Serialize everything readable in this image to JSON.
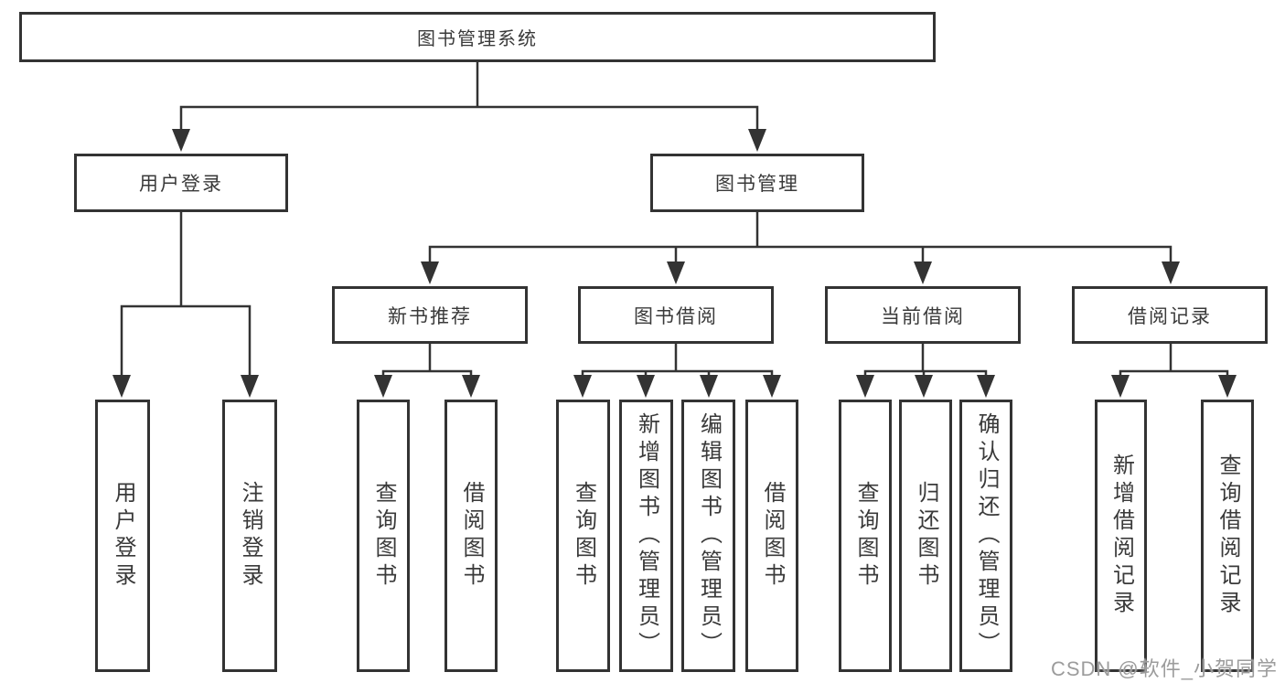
{
  "diagram": {
    "root": "图书管理系统",
    "level2": [
      "用户登录",
      "图书管理"
    ],
    "level3": [
      "新书推荐",
      "图书借阅",
      "当前借阅",
      "借阅记录"
    ],
    "leaves": [
      "用户登录",
      "注销登录",
      "查询图书",
      "借阅图书",
      "查询图书",
      "新增图书（管理员）",
      "编辑图书（管理员）",
      "借阅图书",
      "查询图书",
      "归还图书",
      "确认归还（管理员）",
      "新增借阅记录",
      "查询借阅记录"
    ]
  },
  "watermark": "CSDN @软件_小贺同学",
  "colors": {
    "line": "#333333",
    "text": "#3a3a3a",
    "background": "#ffffff",
    "watermark": "#9c9c9c"
  }
}
